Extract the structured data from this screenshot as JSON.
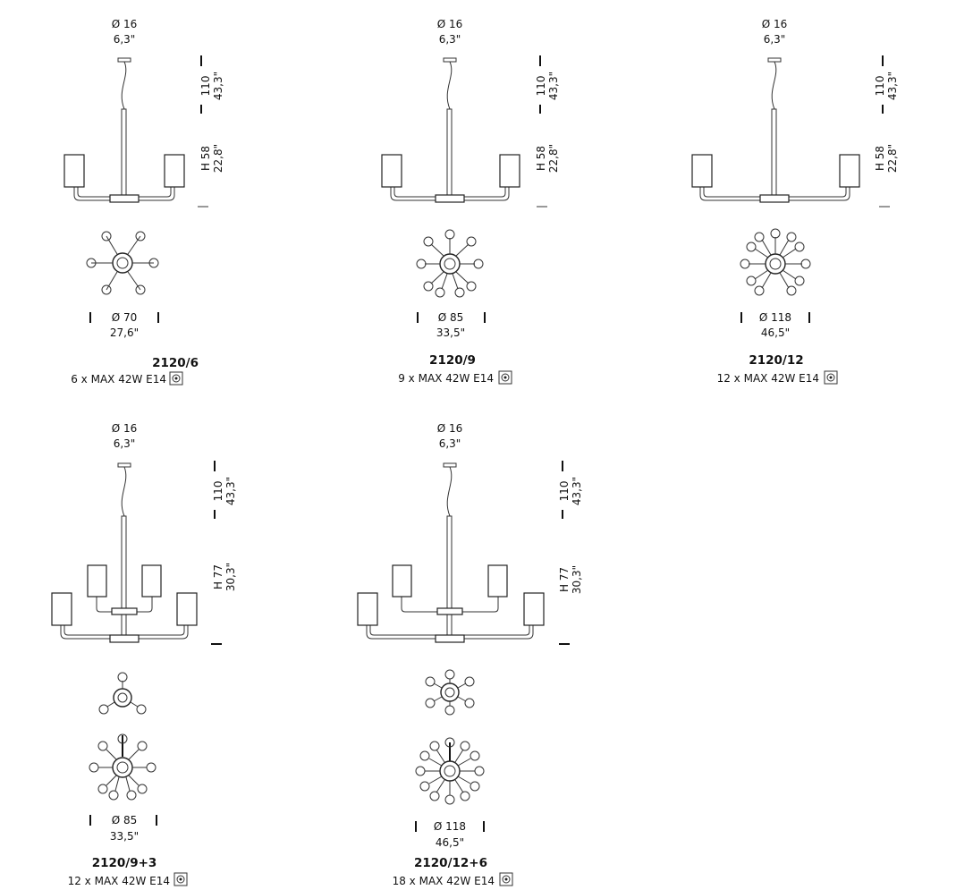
{
  "items": [
    {
      "model": "2120/6",
      "spec": "6 x MAX 42W E14",
      "canopy_cm": "Ø 16",
      "canopy_in": "6,3\"",
      "cable_cm": "110",
      "cable_in": "43,3\"",
      "height_cm": "H 58",
      "height_in": "22,8\"",
      "diameter_cm": "Ø 70",
      "diameter_in": "27,6\""
    },
    {
      "model": "2120/9",
      "spec": "9 x MAX 42W E14",
      "canopy_cm": "Ø 16",
      "canopy_in": "6,3\"",
      "cable_cm": "110",
      "cable_in": "43,3\"",
      "height_cm": "H 58",
      "height_in": "22,8\"",
      "diameter_cm": "Ø 85",
      "diameter_in": "33,5\""
    },
    {
      "model": "2120/12",
      "spec": "12 x MAX 42W E14",
      "canopy_cm": "Ø 16",
      "canopy_in": "6,3\"",
      "cable_cm": "110",
      "cable_in": "43,3\"",
      "height_cm": "H 58",
      "height_in": "22,8\"",
      "diameter_cm": "Ø 118",
      "diameter_in": "46,5\""
    },
    {
      "model": "2120/9+3",
      "spec": "12 x MAX 42W E14",
      "canopy_cm": "Ø 16",
      "canopy_in": "6,3\"",
      "cable_cm": "110",
      "cable_in": "43,3\"",
      "height_cm": "H 77",
      "height_in": "30,3\"",
      "diameter_cm": "Ø 85",
      "diameter_in": "33,5\""
    },
    {
      "model": "2120/12+6",
      "spec": "18 x MAX 42W E14",
      "canopy_cm": "Ø 16",
      "canopy_in": "6,3\"",
      "cable_cm": "110",
      "cable_in": "43,3\"",
      "height_cm": "H 77",
      "height_in": "30,3\"",
      "diameter_cm": "Ø 118",
      "diameter_in": "46,5\""
    }
  ],
  "icons": {
    "lamp_symbol": "bulb-class-icon"
  },
  "colors": {
    "line": "#333333",
    "text": "#111111",
    "background": "#ffffff"
  }
}
